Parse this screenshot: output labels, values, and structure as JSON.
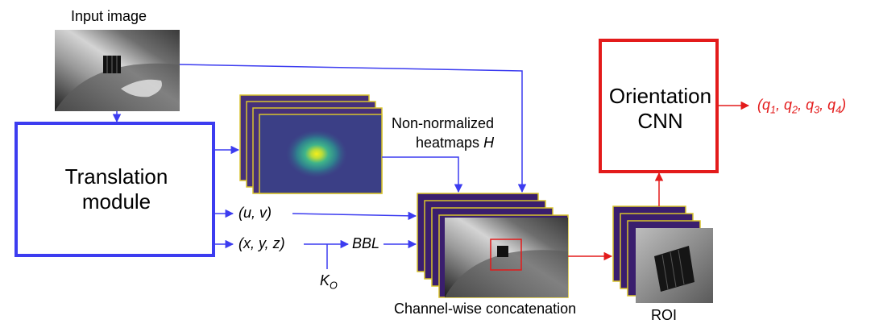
{
  "labels": {
    "input_image": "Input image",
    "translation_module_line1": "Translation",
    "translation_module_line2": "module",
    "heatmaps_line1": "Non-normalized",
    "heatmaps_line2": "heatmaps",
    "heatmaps_symbol": "H",
    "uv": "(u, v)",
    "xyz": "(x, y, z)",
    "bbl": "BBL",
    "k_main": "K",
    "k_sub": "O",
    "concat": "Channel-wise concatenation",
    "roi": "ROI",
    "orientation_line1": "Orientation",
    "orientation_line2": "CNN",
    "output_open": "(q",
    "q1_sub": "1",
    "q2_pre": ", q",
    "q2_sub": "2",
    "q3_pre": ", q",
    "q3_sub": "3",
    "q4_pre": ", q",
    "q4_sub": "4",
    "output_close": ")"
  },
  "colors": {
    "blue": "#3c3cf0",
    "red": "#e31b1b",
    "heatmap_bg": "#46307a",
    "heatmap_border": "#d8c32c",
    "frame_purple": "#3a1e6e"
  }
}
